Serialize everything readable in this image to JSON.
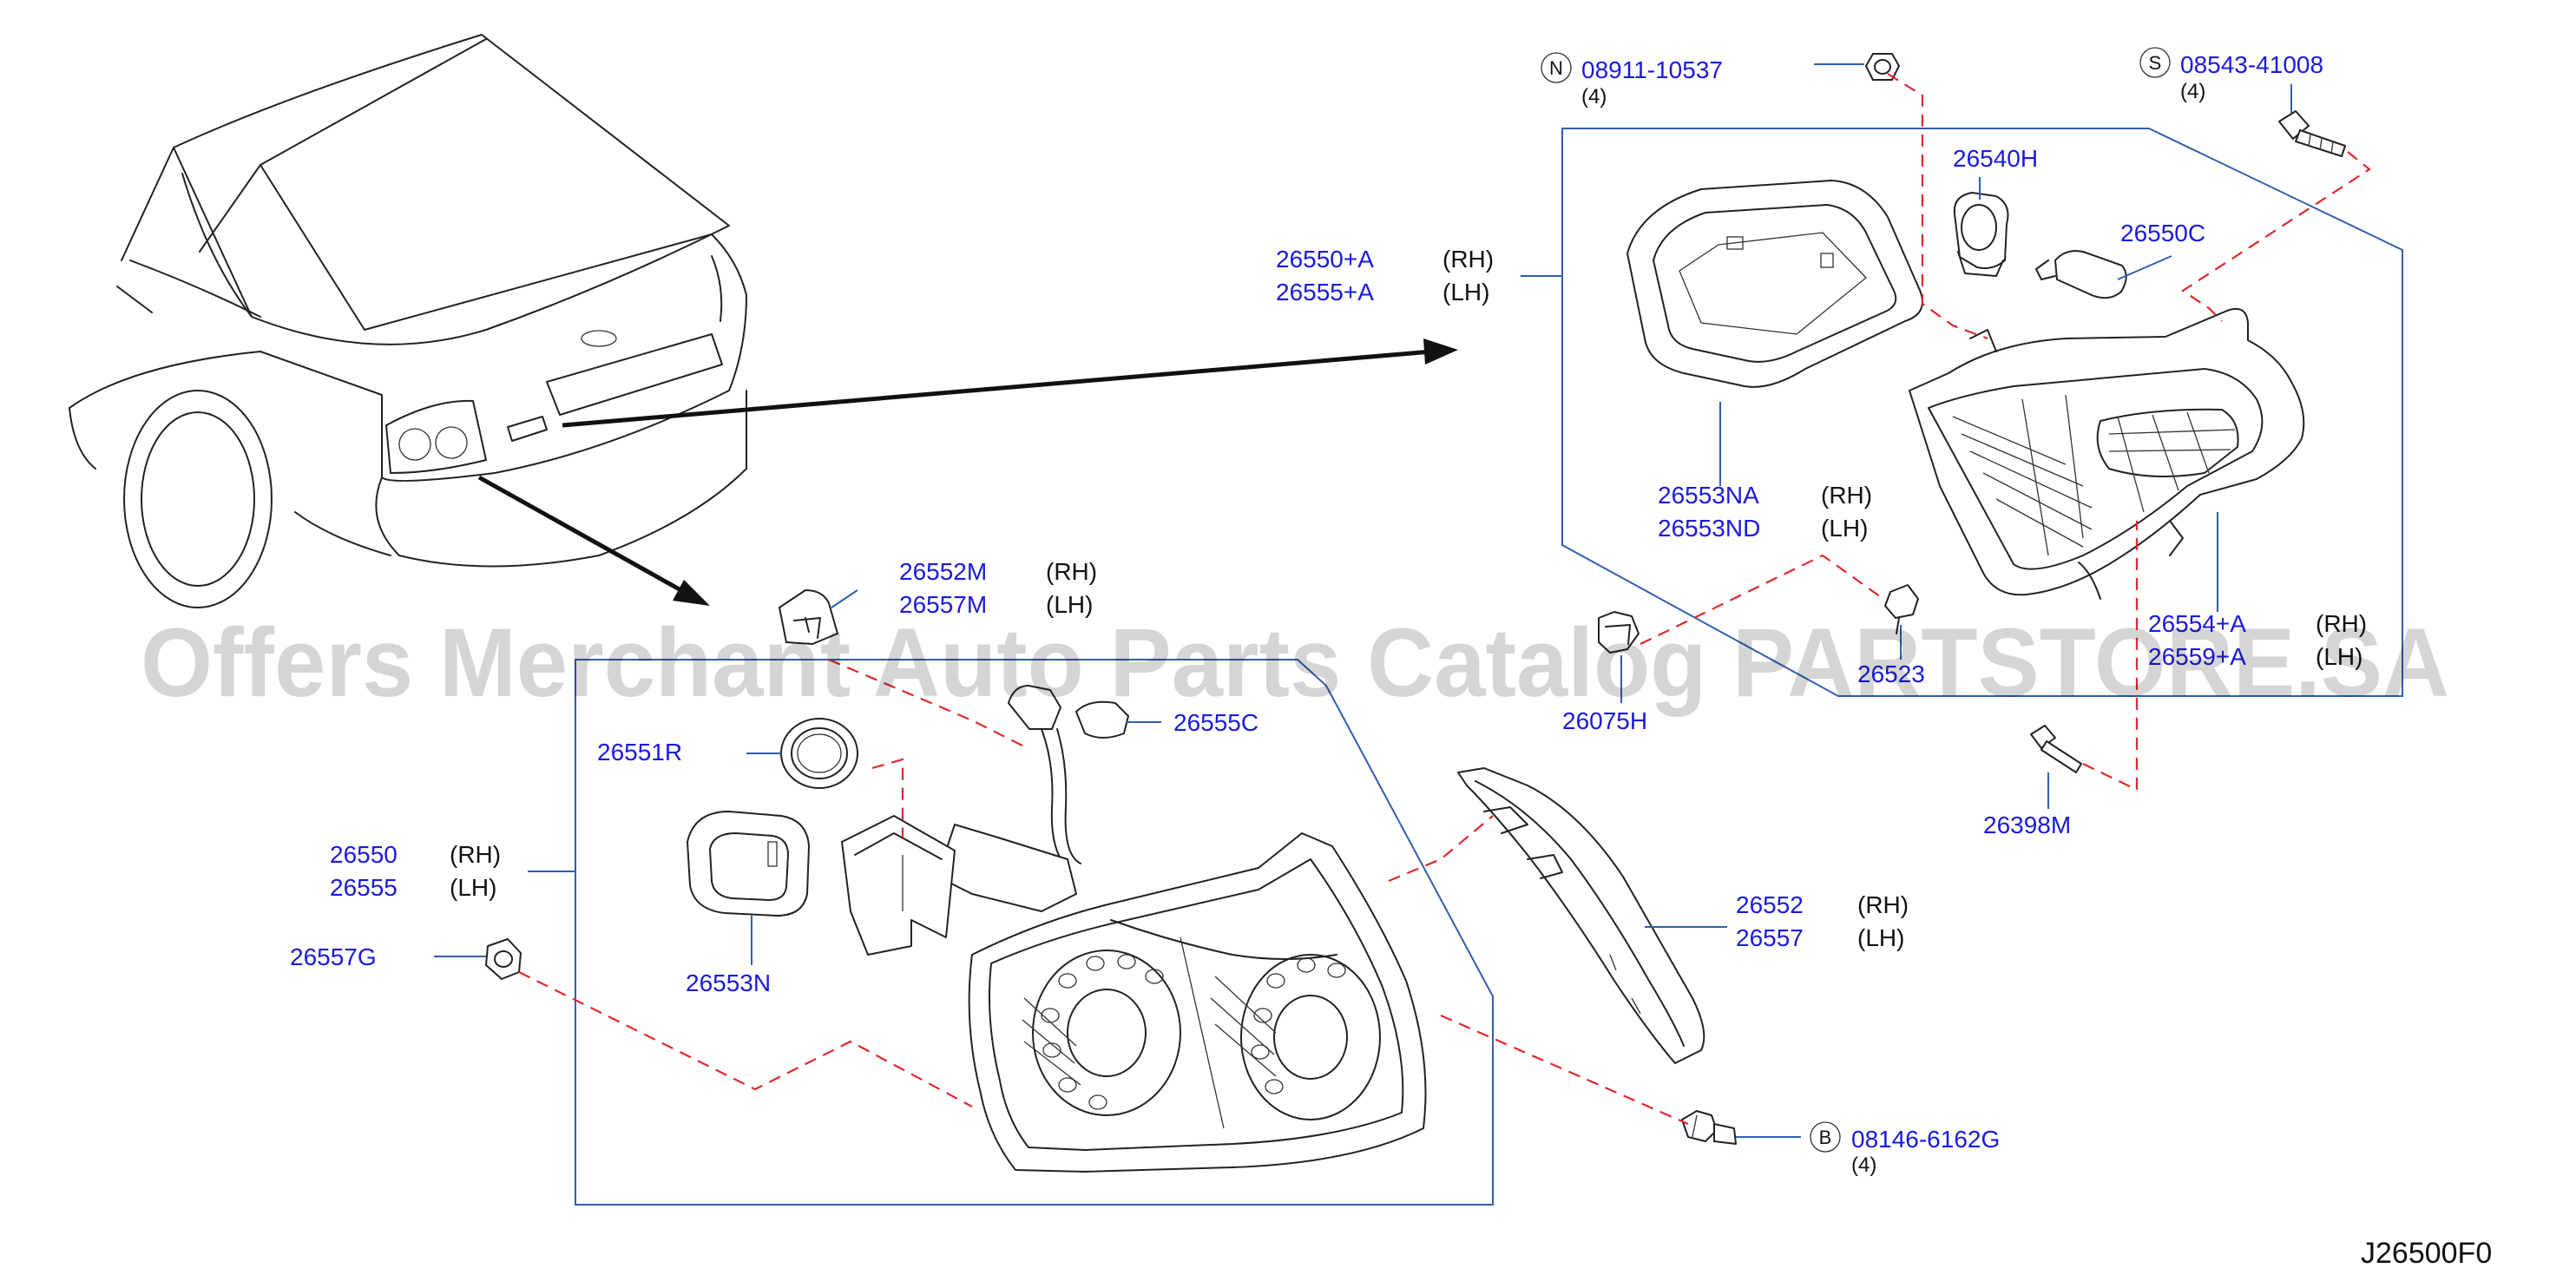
{
  "labels": {
    "n_mark": "N",
    "n_part": "08911-10537",
    "n_qty": "(4)",
    "s_mark": "S",
    "s_part": "08543-41008",
    "s_qty": "(4)",
    "b_mark": "B",
    "b_part": "08146-6162G",
    "b_qty": "(4)",
    "p26540H": "26540H",
    "p26550C": "26550C",
    "p26550A": "26550+A",
    "p26555A": "26555+A",
    "p26553NA": "26553NA",
    "p26553ND": "26553ND",
    "p26554A": "26554+A",
    "p26559A": "26559+A",
    "p26523": "26523",
    "p26075H": "26075H",
    "p26398M": "26398M",
    "p26552M": "26552M",
    "p26557M": "26557M",
    "p26555C": "26555C",
    "p26551R": "26551R",
    "p26550": "26550",
    "p26555": "26555",
    "p26557G": "26557G",
    "p26553N": "26553N",
    "p26552": "26552",
    "p26557": "26557",
    "rh": "(RH)",
    "lh": "(LH)"
  },
  "watermark": "Offers Merchant Auto Parts Catalog PARTSTORE.SA",
  "diagram_code": "J26500F0",
  "colors": {
    "part_number": "#1a1adc",
    "leader_line": "#2f5fae",
    "hidden_line": "#e0282e",
    "ink": "#222222"
  }
}
